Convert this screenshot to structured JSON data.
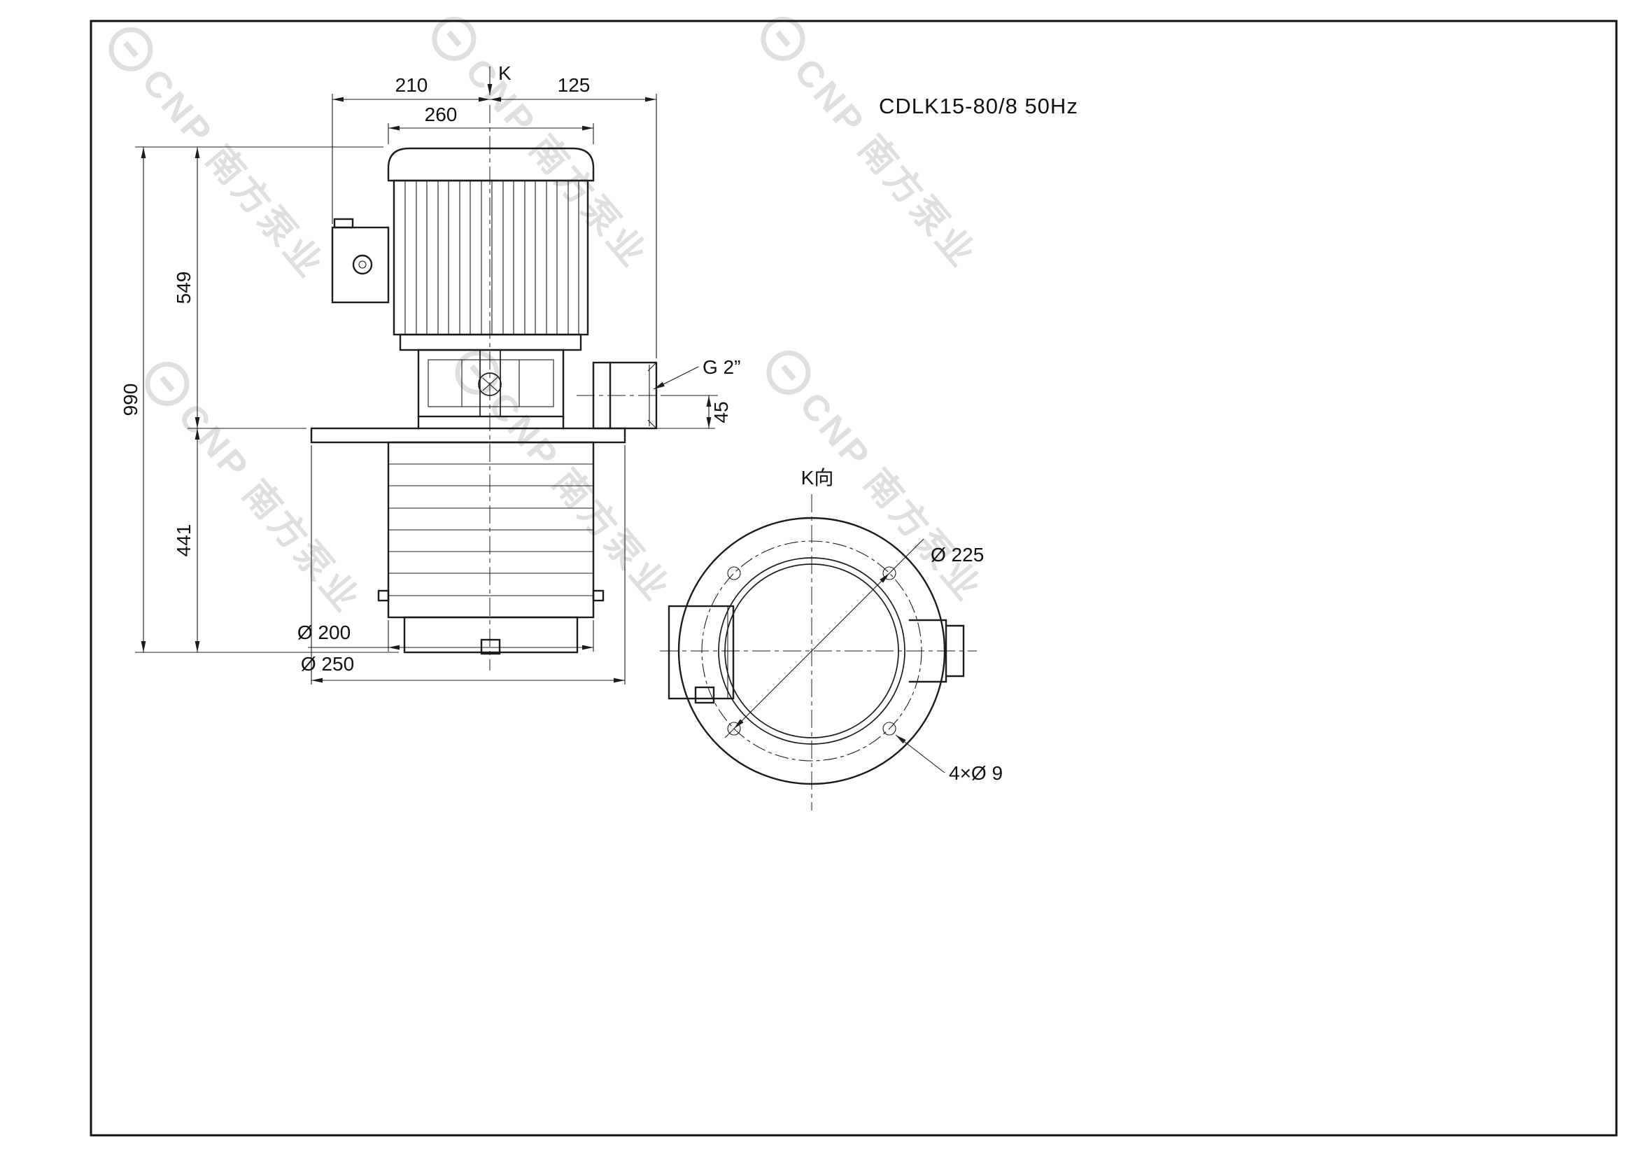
{
  "title": "CDLK15-80/8 50Hz",
  "watermark": {
    "text": "CNP 南方泵业"
  },
  "side_view": {
    "view_arrow": "K",
    "dims": {
      "left_width": "210",
      "right_width": "125",
      "motor_width": "260",
      "motor_height": "549",
      "overall_height": "990",
      "immersion_depth": "441",
      "port_center_height": "45",
      "port_thread": "G 2”",
      "barrel_diameter": "Ø 200",
      "flange_diameter": "Ø 250"
    }
  },
  "top_view": {
    "view_label": "K向",
    "bolt_circle_diameter": "Ø 225",
    "bolt_holes": "4×Ø 9"
  }
}
